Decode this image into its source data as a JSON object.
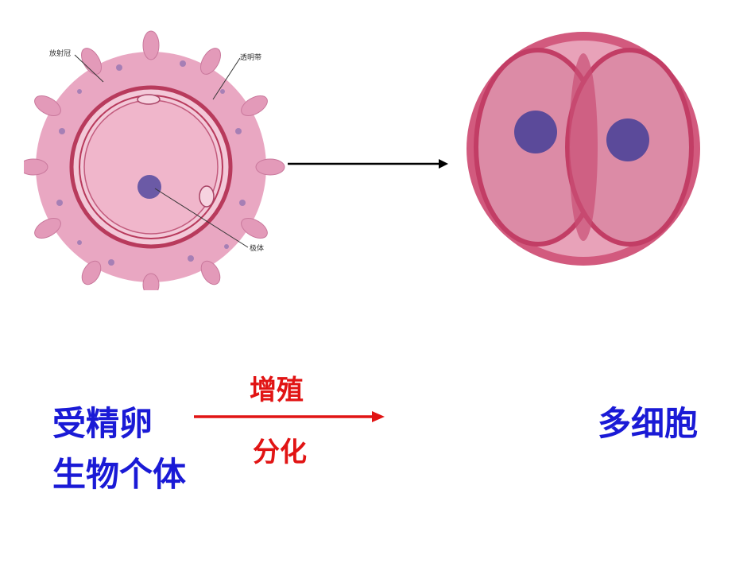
{
  "figure": {
    "egg_labels": {
      "corona_radiata": "放射冠",
      "zona_pellucida": "透明带",
      "polar_body": "极体"
    }
  },
  "process": {
    "start": "受精卵",
    "arrow_top": "增殖",
    "arrow_bottom": "分化",
    "middle": "多细胞",
    "end": "生物个体"
  },
  "colors": {
    "blue_text": "#1a1ad6",
    "red_text": "#e11414",
    "cell_pink": "#d98aa8",
    "cell_membrane": "#b83a5c",
    "nucleus": "#5b4a9a"
  }
}
